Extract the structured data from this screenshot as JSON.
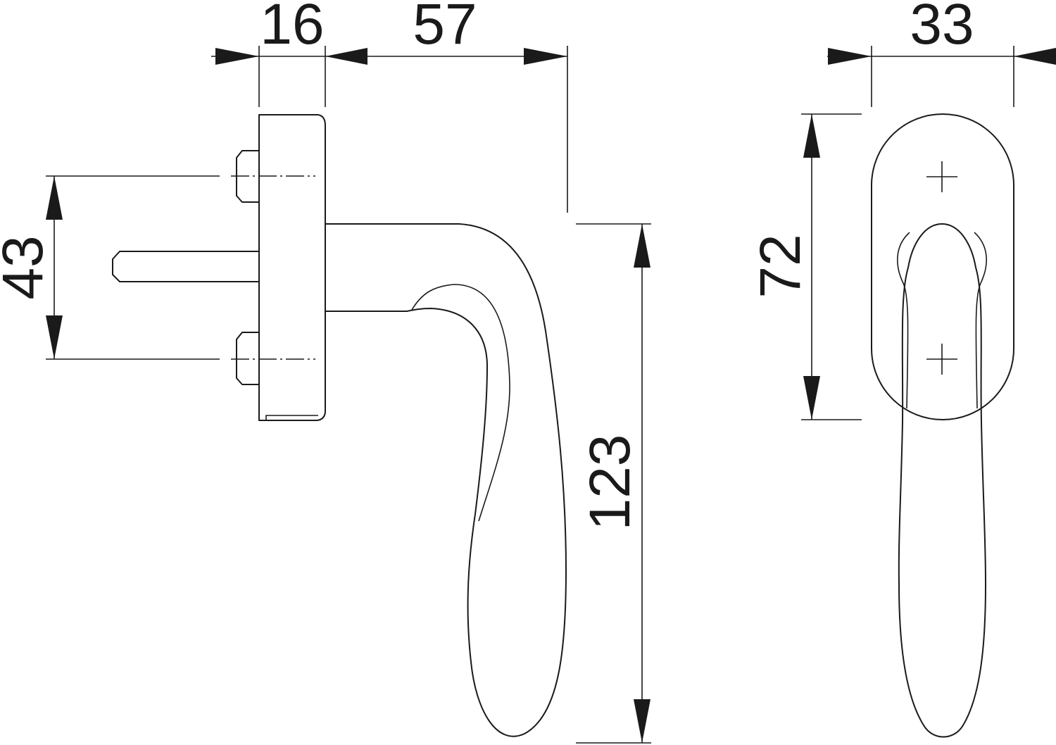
{
  "dimensions": {
    "rosette_depth": "16",
    "handle_projection": "57",
    "rosette_width": "33",
    "screw_spacing": "43",
    "rosette_height": "72",
    "handle_length": "123"
  },
  "colors": {
    "line": "#1a1a1a",
    "background": "#ffffff"
  },
  "icons": {
    "arrowhead": "filled-triangle-arrowhead",
    "screw_center": "crosshair"
  }
}
